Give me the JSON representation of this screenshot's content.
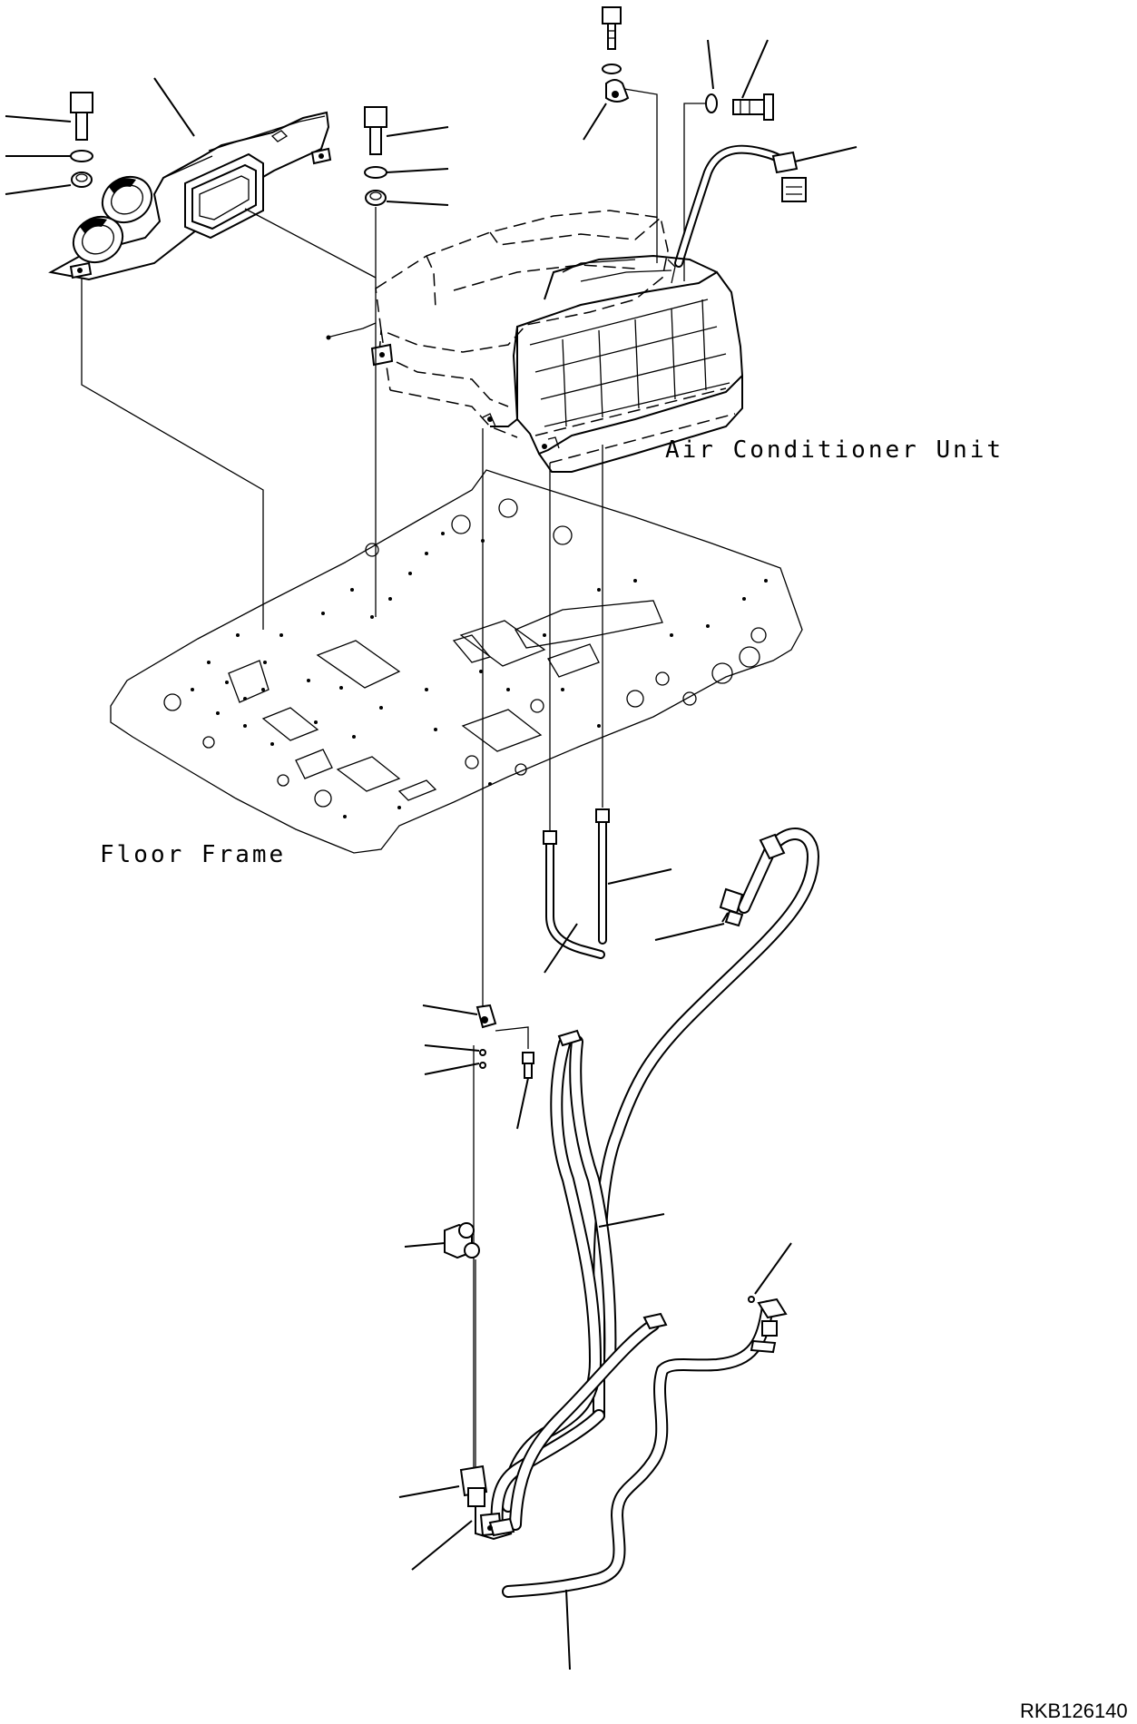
{
  "labels": {
    "air_conditioner_unit": "Air Conditioner Unit",
    "floor_frame": "Floor Frame",
    "drawing_number": "RKB126140"
  }
}
